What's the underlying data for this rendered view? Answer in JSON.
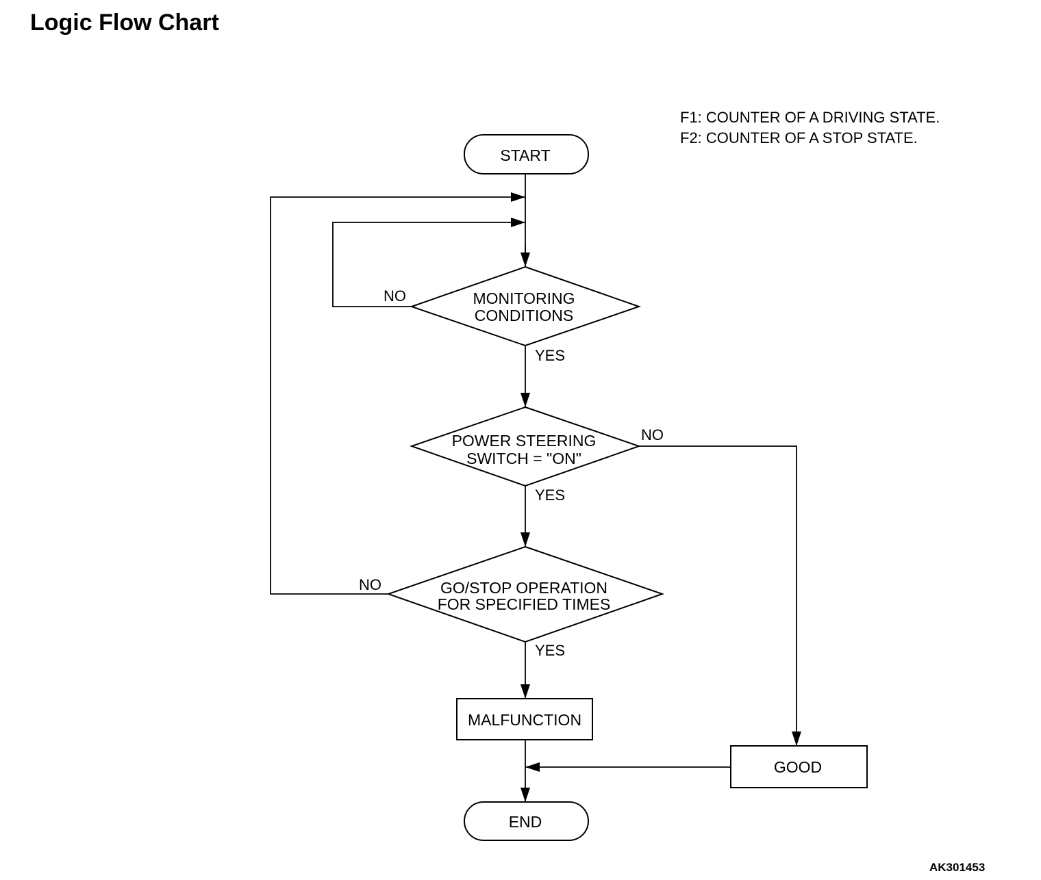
{
  "header": {
    "title": "Logic Flow Chart"
  },
  "legend": {
    "items": [
      "F1: COUNTER OF A DRIVING STATE.",
      "F2: COUNTER OF A STOP STATE."
    ]
  },
  "figure_code": "AK301453",
  "flowchart": {
    "nodes": {
      "start": {
        "lines": [
          "START"
        ]
      },
      "monitoring": {
        "lines": [
          "MONITORING",
          "CONDITIONS"
        ]
      },
      "power_steering": {
        "lines": [
          "POWER STEERING",
          "SWITCH = \"ON\""
        ]
      },
      "go_stop": {
        "lines": [
          "GO/STOP OPERATION",
          "FOR SPECIFIED TIMES"
        ]
      },
      "malfunction": {
        "lines": [
          "MALFUNCTION"
        ]
      },
      "good": {
        "lines": [
          "GOOD"
        ]
      },
      "end": {
        "lines": [
          "END"
        ]
      }
    },
    "edges": {
      "monitoring_no": "NO",
      "monitoring_yes": "YES",
      "power_steering_no": "NO",
      "power_steering_yes": "YES",
      "go_stop_no": "NO",
      "go_stop_yes": "YES"
    }
  }
}
